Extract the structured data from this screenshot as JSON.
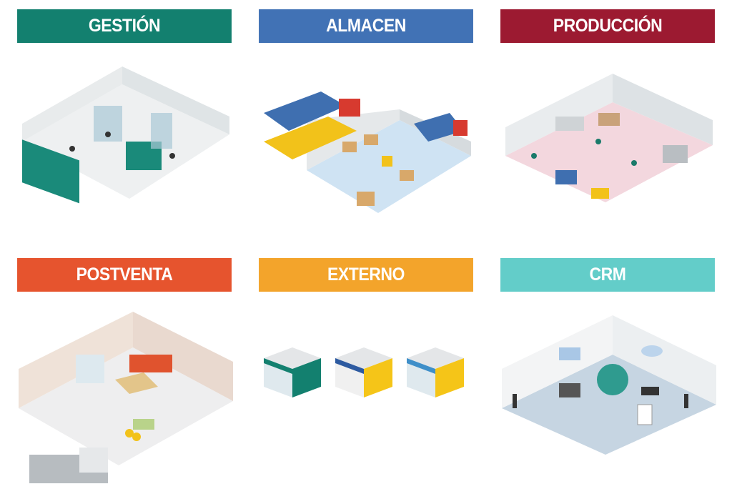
{
  "modules": [
    {
      "id": "gestion",
      "label": "GESTIÓN",
      "color": "#13806f",
      "icon": "office-room-illustration"
    },
    {
      "id": "almacen",
      "label": "ALMACEN",
      "color": "#4172b5",
      "icon": "warehouse-illustration"
    },
    {
      "id": "produccion",
      "label": "PRODUCCIÓN",
      "color": "#9c1a31",
      "icon": "factory-illustration"
    },
    {
      "id": "postventa",
      "label": "POSTVENTA",
      "color": "#e6542e",
      "icon": "service-room-illustration"
    },
    {
      "id": "externo",
      "label": "EXTERNO",
      "color": "#f3a42b",
      "icon": "stores-illustration"
    },
    {
      "id": "crm",
      "label": "CRM",
      "color": "#63cdc9",
      "icon": "crm-room-illustration"
    }
  ]
}
